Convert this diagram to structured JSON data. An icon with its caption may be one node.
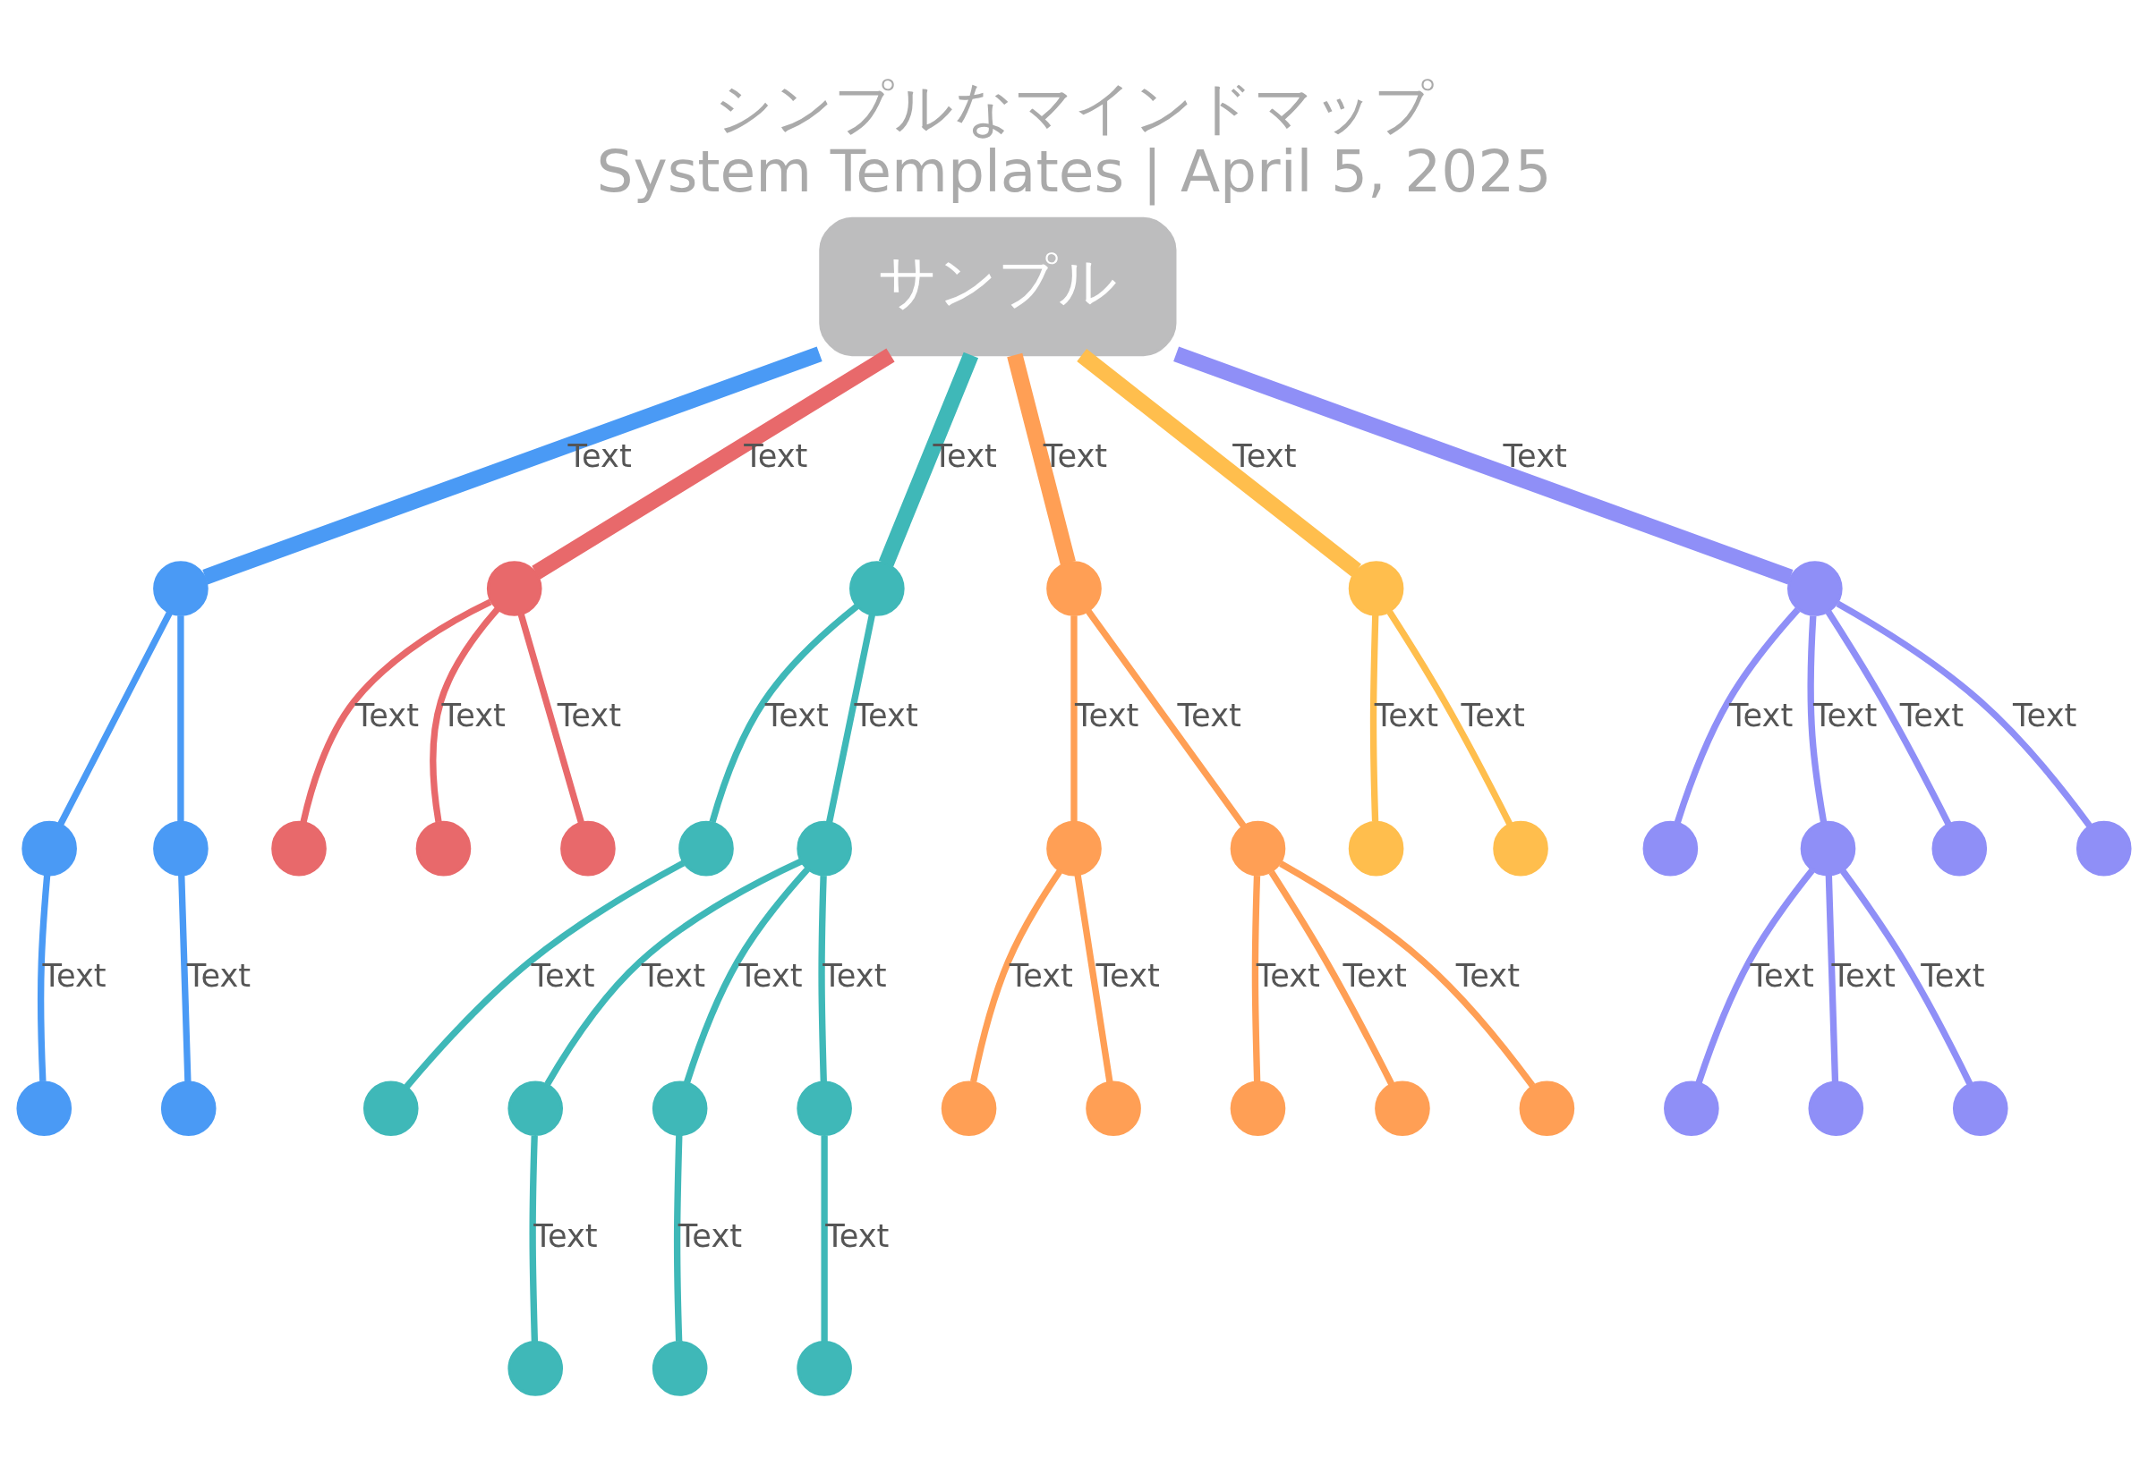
{
  "diagram": {
    "title": "シンプルなマインドマップ",
    "caption": "System Templates | April 5, 2025",
    "nodes": [
      {
        "text": [
          "サンプル"
        ]
      },
      {
        "text": [],
        "shape": "circle"
      },
      {
        "text": [],
        "shape": "circle"
      },
      {
        "text": [],
        "shape": "circle"
      },
      {
        "text": [],
        "shape": "circle"
      },
      {
        "text": [],
        "shape": "circle"
      },
      {
        "text": [],
        "shape": "circle"
      },
      {
        "text": [],
        "shape": "circle"
      },
      {
        "text": [],
        "shape": "circle"
      },
      {
        "text": [],
        "shape": "circle"
      },
      {
        "text": [],
        "shape": "circle"
      },
      {
        "text": [],
        "shape": "circle"
      },
      {
        "text": [],
        "shape": "circle"
      },
      {
        "text": [],
        "shape": "circle"
      },
      {
        "text": [],
        "shape": "circle"
      },
      {
        "text": [],
        "shape": "circle"
      },
      {
        "text": [],
        "shape": "circle"
      },
      {
        "text": [],
        "shape": "circle"
      },
      {
        "text": [],
        "shape": "circle"
      },
      {
        "text": [],
        "shape": "circle"
      },
      {
        "text": [],
        "shape": "circle"
      },
      {
        "text": [],
        "shape": "circle"
      },
      {
        "text": [],
        "shape": "circle"
      },
      {
        "text": [],
        "shape": "circle"
      },
      {
        "text": [],
        "shape": "circle"
      },
      {
        "text": [],
        "shape": "circle"
      },
      {
        "text": [],
        "shape": "circle"
      },
      {
        "text": [],
        "shape": "circle"
      },
      {
        "text": [],
        "shape": "circle"
      },
      {
        "text": [],
        "shape": "circle"
      },
      {
        "text": [],
        "shape": "circle"
      },
      {
        "text": [],
        "shape": "circle"
      },
      {
        "text": [],
        "shape": "circle"
      },
      {
        "text": [],
        "shape": "circle"
      },
      {
        "text": [],
        "shape": "circle"
      },
      {
        "text": [],
        "shape": "circle"
      },
      {
        "text": [],
        "shape": "circle"
      },
      {
        "text": [],
        "shape": "circle"
      },
      {
        "text": [],
        "shape": "circle"
      }
    ],
    "edges": [
      {
        "from": 0,
        "to": 1,
        "arrow": "none",
        "label": "Text",
        "style": "thick",
        "color": "#4a9af5"
      },
      {
        "from": 1,
        "to": 2,
        "arrow": "none",
        "color": "#4a9af5"
      },
      {
        "from": 2,
        "to": 3,
        "arrow": "none",
        "label": "Text",
        "color": "#4a9af5"
      },
      {
        "from": 1,
        "to": 4,
        "arrow": "none",
        "color": "#4a9af5"
      },
      {
        "from": 4,
        "to": 5,
        "arrow": "none",
        "label": "Text",
        "color": "#4a9af5"
      },
      {
        "from": 0,
        "to": 6,
        "arrow": "none",
        "label": "Text",
        "style": "thick",
        "color": "#e8696b"
      },
      {
        "from": 6,
        "to": 7,
        "arrow": "none",
        "label": "Text",
        "color": "#e8696b"
      },
      {
        "from": 6,
        "to": 8,
        "arrow": "none",
        "label": "Text",
        "color": "#e8696b"
      },
      {
        "from": 6,
        "to": 9,
        "arrow": "none",
        "label": "Text",
        "color": "#e8696b"
      },
      {
        "from": 0,
        "to": 10,
        "arrow": "none",
        "label": "Text",
        "style": "thick",
        "color": "#3fb8b8"
      },
      {
        "from": 10,
        "to": 11,
        "arrow": "none",
        "label": "Text",
        "color": "#3fb8b8"
      },
      {
        "from": 11,
        "to": 12,
        "arrow": "none",
        "label": "Text",
        "color": "#3fb8b8"
      },
      {
        "from": 10,
        "to": 13,
        "arrow": "none",
        "label": "Text",
        "color": "#3fb8b8"
      },
      {
        "from": 13,
        "to": 14,
        "arrow": "none",
        "label": "Text",
        "color": "#3fb8b8"
      },
      {
        "from": 14,
        "to": 15,
        "arrow": "none",
        "label": "Text",
        "color": "#3fb8b8"
      },
      {
        "from": 13,
        "to": 16,
        "arrow": "none",
        "label": "Text",
        "color": "#3fb8b8"
      },
      {
        "from": 16,
        "to": 17,
        "arrow": "none",
        "label": "Text",
        "color": "#3fb8b8"
      },
      {
        "from": 13,
        "to": 18,
        "arrow": "none",
        "label": "Text",
        "color": "#3fb8b8"
      },
      {
        "from": 18,
        "to": 19,
        "arrow": "none",
        "label": "Text",
        "color": "#3fb8b8"
      },
      {
        "from": 0,
        "to": 20,
        "arrow": "none",
        "label": "Text",
        "style": "thick",
        "color": "#ff9f55"
      },
      {
        "from": 20,
        "to": 21,
        "arrow": "none",
        "label": "Text",
        "color": "#ff9f55"
      },
      {
        "from": 21,
        "to": 22,
        "arrow": "none",
        "label": "Text",
        "color": "#ff9f55"
      },
      {
        "from": 21,
        "to": 23,
        "arrow": "none",
        "label": "Text",
        "color": "#ff9f55"
      },
      {
        "from": 20,
        "to": 24,
        "arrow": "none",
        "label": "Text",
        "color": "#ff9f55"
      },
      {
        "from": 24,
        "to": 25,
        "arrow": "none",
        "label": "Text",
        "color": "#ff9f55"
      },
      {
        "from": 24,
        "to": 26,
        "arrow": "none",
        "label": "Text",
        "color": "#ff9f55"
      },
      {
        "from": 24,
        "to": 27,
        "arrow": "none",
        "label": "Text",
        "color": "#ff9f55"
      },
      {
        "from": 0,
        "to": 28,
        "arrow": "none",
        "label": "Text",
        "style": "thick",
        "color": "#ffbe4d"
      },
      {
        "from": 28,
        "to": 29,
        "arrow": "none",
        "label": "Text",
        "color": "#ffbe4d"
      },
      {
        "from": 28,
        "to": 30,
        "arrow": "none",
        "label": "Text",
        "color": "#ffbe4d"
      },
      {
        "from": 0,
        "to": 31,
        "arrow": "none",
        "label": "Text",
        "style": "thick",
        "color": "#8f8ff7"
      },
      {
        "from": 31,
        "to": 32,
        "arrow": "none",
        "label": "Text",
        "color": "#8f8ff7"
      },
      {
        "from": 31,
        "to": 33,
        "arrow": "none",
        "label": "Text",
        "color": "#8f8ff7"
      },
      {
        "from": 33,
        "to": 34,
        "arrow": "none",
        "label": "Text",
        "color": "#8f8ff7"
      },
      {
        "from": 33,
        "to": 35,
        "arrow": "none",
        "label": "Text",
        "color": "#8f8ff7"
      },
      {
        "from": 33,
        "to": 36,
        "arrow": "none",
        "label": "Text",
        "color": "#8f8ff7"
      },
      {
        "from": 31,
        "to": 37,
        "arrow": "none",
        "label": "Text",
        "color": "#8f8ff7"
      },
      {
        "from": 31,
        "to": 38,
        "arrow": "none",
        "label": "Text",
        "color": "#8f8ff7"
      }
    ]
  }
}
